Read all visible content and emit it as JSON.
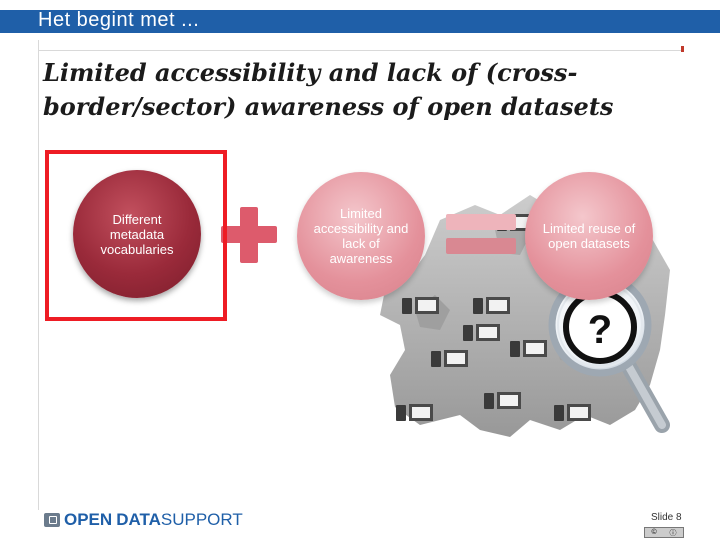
{
  "header": {
    "title": "Het begint met ..."
  },
  "slide": {
    "heading": "Limited accessibility and lack of (cross-border/sector) awareness of open datasets"
  },
  "diagram": {
    "circle1": "Different metadata vocabularies",
    "circle2": "Limited accessibility and lack of awareness",
    "circle3": "Limited reuse of open datasets",
    "question_mark": "?"
  },
  "footer": {
    "logo_open": "OPEN",
    "logo_data": "DATA",
    "logo_support": "SUPPORT",
    "slide_number": "Slide 8"
  },
  "colors": {
    "header_blue": "#1f5fa8",
    "highlight_red": "#ee1c24",
    "dark_circle": "#9a2a3a",
    "light_circle": "#e4919b"
  },
  "icons": [
    "computer-icon",
    "magnifying-glass-icon",
    "question-mark-icon",
    "creative-commons-icon"
  ]
}
